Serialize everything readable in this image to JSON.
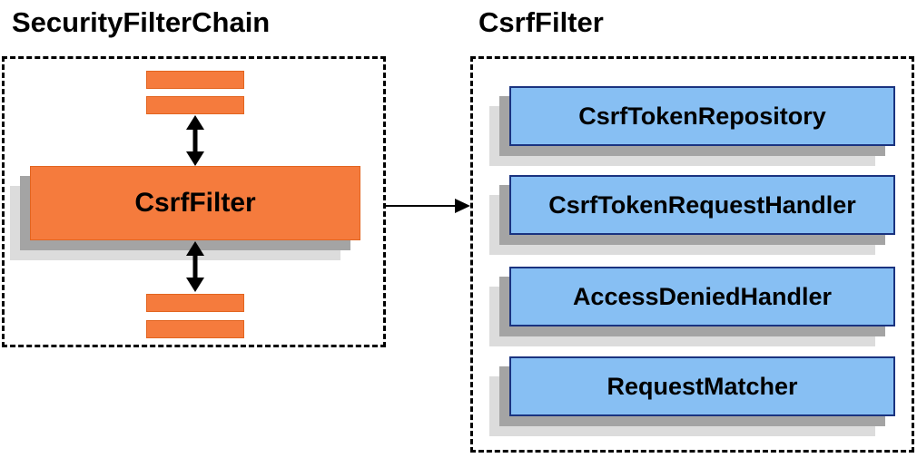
{
  "diagram": {
    "left_panel": {
      "title": "SecurityFilterChain",
      "filter_box_label": "CsrfFilter"
    },
    "right_panel": {
      "title": "CsrfFilter",
      "components": [
        "CsrfTokenRepository",
        "CsrfTokenRequestHandler",
        "AccessDeniedHandler",
        "RequestMatcher"
      ]
    },
    "colors": {
      "orange_fill": "#F57B3D",
      "orange_border": "#E2641F",
      "blue_fill": "#87BFF3",
      "blue_border": "#1A3380",
      "shadow_dark": "#A4A4A4",
      "shadow_light": "#DCDCDC",
      "outline_and_text": "#000000",
      "background": "#FFFFFF"
    }
  }
}
